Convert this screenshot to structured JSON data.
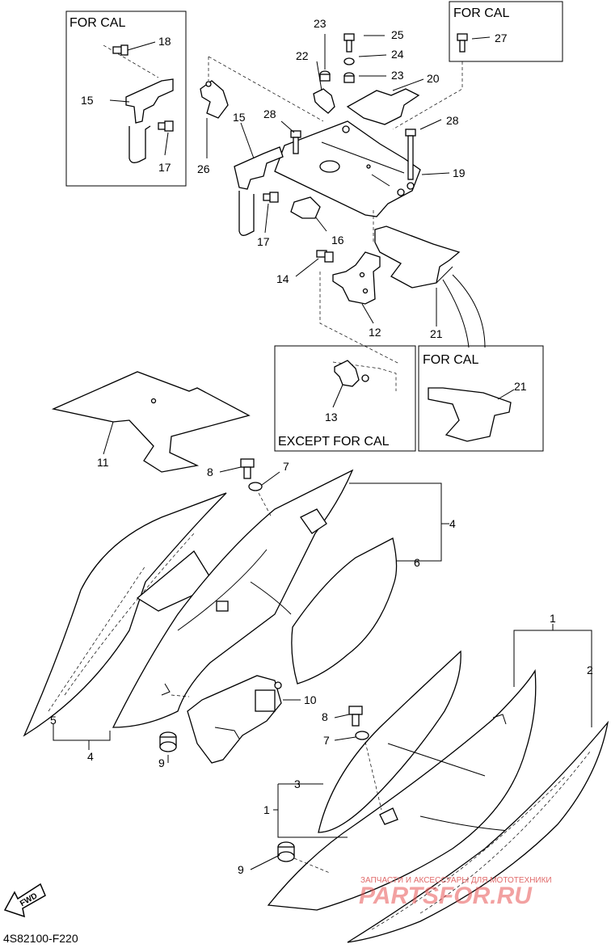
{
  "boxes": {
    "for_cal_1": "FOR CAL",
    "for_cal_2": "FOR CAL",
    "for_cal_3": "FOR CAL",
    "except_for_cal": "EXCEPT FOR CAL"
  },
  "callouts": {
    "c1a": "1",
    "c1b": "1",
    "c2": "2",
    "c3": "3",
    "c4a": "4",
    "c4b": "4",
    "c5": "5",
    "c6": "6",
    "c7a": "7",
    "c7b": "7",
    "c8a": "8",
    "c8b": "8",
    "c9a": "9",
    "c9b": "9",
    "c10": "10",
    "c11": "11",
    "c12": "12",
    "c13": "13",
    "c14": "14",
    "c15a": "15",
    "c15b": "15",
    "c16": "16",
    "c17a": "17",
    "c17b": "17",
    "c18": "18",
    "c19": "19",
    "c20": "20",
    "c21a": "21",
    "c21b": "21",
    "c22": "22",
    "c23a": "23",
    "c23b": "23",
    "c24": "24",
    "c25": "25",
    "c26": "26",
    "c27": "27",
    "c28a": "28",
    "c28b": "28"
  },
  "fwd_label": "FWD",
  "diagram_code": "4S82100-F220",
  "watermark": {
    "top": "ЗАПЧАСТИ И АКСЕССУАРЫ ДЛЯ МОТОТЕХНИКИ",
    "logo": "PARTSFOR.RU"
  }
}
